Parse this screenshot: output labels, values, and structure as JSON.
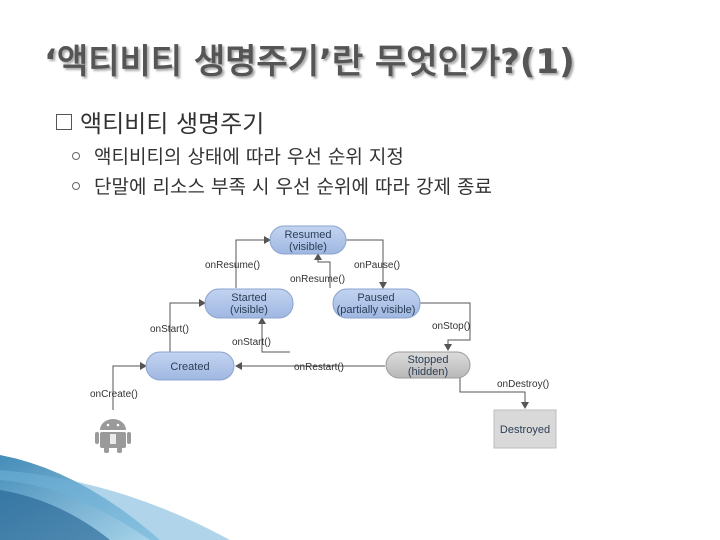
{
  "slide": {
    "title": "‘액티비티 생명주기’란 무엇인가?(1)",
    "bullet": "액티비티 생명주기",
    "sub_items": [
      "액티비티의 상태에 따라 우선 순위 지정",
      "단말에 리소스 부족 시 우선 순위에 따라 강제 종료"
    ]
  },
  "diagram": {
    "states": {
      "resumed": [
        "Resumed",
        "(visible)"
      ],
      "started": [
        "Started",
        "(visible)"
      ],
      "paused": [
        "Paused",
        "(partially visible)"
      ],
      "created": [
        "Created"
      ],
      "stopped": [
        "Stopped",
        "(hidden)"
      ],
      "destroyed": [
        "Destroyed"
      ]
    },
    "transitions": {
      "onResume_top": "onResume()",
      "onPause": "onPause()",
      "onResume_mid": "onResume()",
      "onStart_left": "onStart()",
      "onStop": "onStop()",
      "onStart_mid": "onStart()",
      "onRestart": "onRestart()",
      "onCreate": "onCreate()",
      "onDestroy": "onDestroy()"
    },
    "colors": {
      "blue_state": "#a9bfe6",
      "gray_state": "#c9c9c9",
      "destroyed_bg": "#d9d9d9",
      "line": "#555555",
      "android": "#9a9a9a"
    }
  }
}
